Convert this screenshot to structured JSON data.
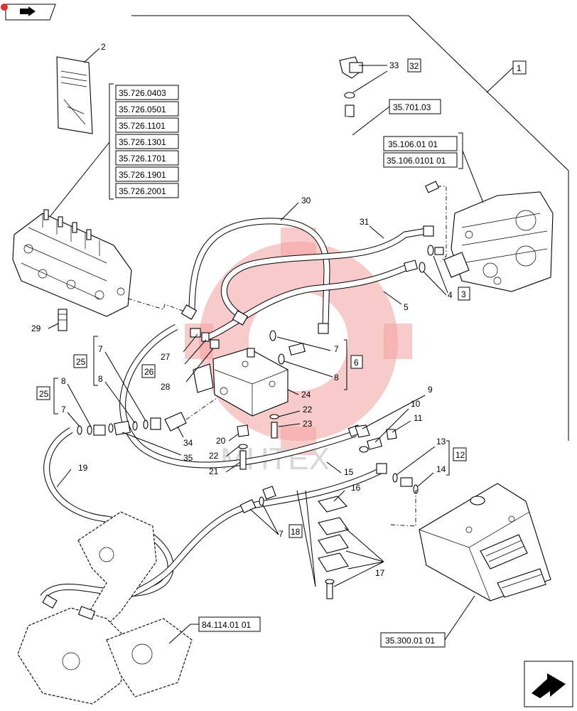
{
  "watermark": "MHTEX",
  "manual_refs": [
    "35.726.0403",
    "35.726.0501",
    "35.726.1101",
    "35.726.1301",
    "35.726.1701",
    "35.726.1901",
    "35.726.2001"
  ],
  "ref_boxes": {
    "pump_a": "35.106.01 01",
    "pump_b": "35.106.0101 01",
    "hose_ref": "35.701.03",
    "tank_ref": "35.300.01 01",
    "loader_ref": "84.114.01 01"
  },
  "boxed_numbers": {
    "b1": "1",
    "b32": "32",
    "b3": "3",
    "b6": "6",
    "b25a": "25",
    "b26": "26",
    "b25b": "25",
    "b12": "12",
    "b18": "18"
  },
  "callouts": {
    "c2": "2",
    "c33": "33",
    "c30": "30",
    "c31": "31",
    "c4": "4",
    "c5": "5",
    "c29": "29",
    "c7a": "7",
    "c27": "27",
    "c26lbl": "26",
    "c28": "28",
    "c7b": "7",
    "c8a": "8",
    "c24": "24",
    "c8b": "8",
    "c8c": "8",
    "c7c": "7",
    "c9": "9",
    "c10": "10",
    "c11": "11",
    "c22a": "22",
    "c23": "23",
    "c34": "34",
    "c35": "35",
    "c20": "20",
    "c22b": "22",
    "c21": "21",
    "c19": "19",
    "c15": "15",
    "c13": "13",
    "c14": "14",
    "c16": "16",
    "c7d": "7",
    "c17": "17"
  },
  "icons": {
    "top_left": "book-arrow-icon",
    "bottom_right": "next-page-arrow-icon"
  }
}
